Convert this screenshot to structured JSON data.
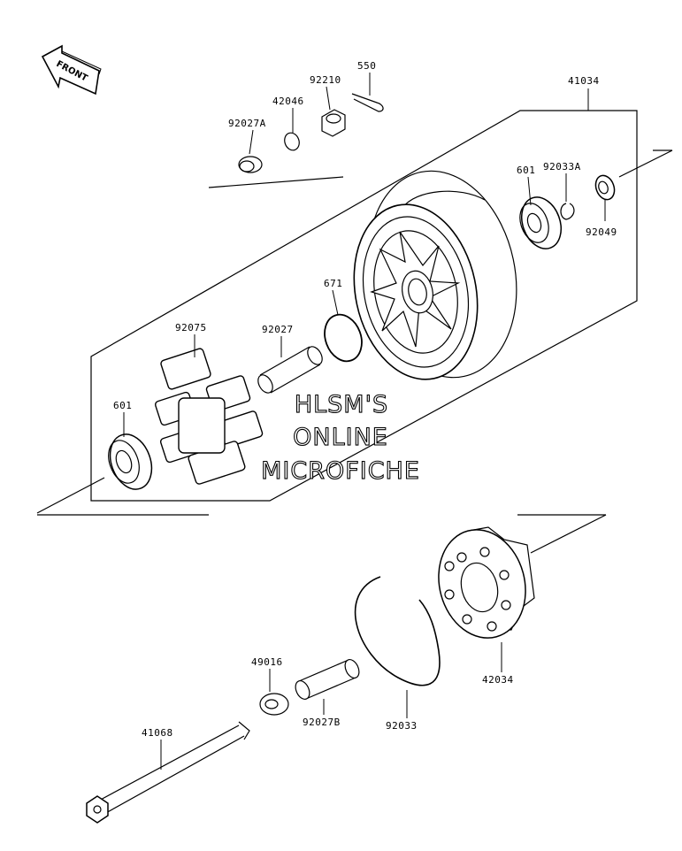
{
  "diagram": {
    "front_label": "FRONT",
    "watermark": [
      "HLSM'S",
      "ONLINE",
      "MICROFICHE"
    ],
    "parts": {
      "p41034": "41034",
      "p550": "550",
      "p92210": "92210",
      "p42046": "42046",
      "p92027A": "92027A",
      "p601_top": "601",
      "p92033A": "92033A",
      "p92049": "92049",
      "p671": "671",
      "p92075": "92075",
      "p92027": "92027",
      "p601_left": "601",
      "p42034": "42034",
      "p49016": "49016",
      "p92027B": "92027B",
      "p92033": "92033",
      "p41068": "41068"
    }
  }
}
